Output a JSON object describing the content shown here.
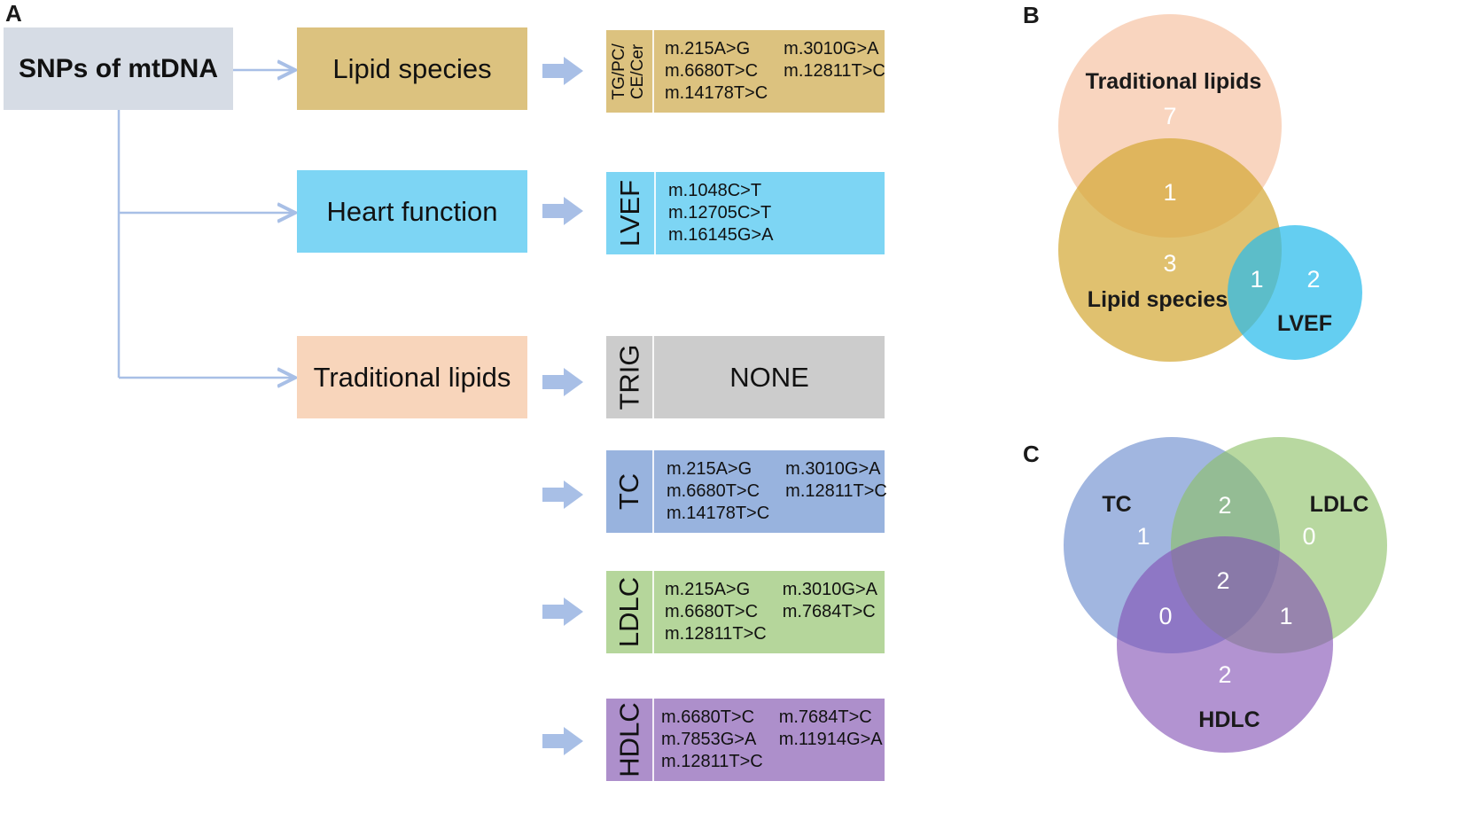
{
  "panels": {
    "a": "A",
    "b": "B",
    "c": "C"
  },
  "root": {
    "label": "SNPs of mtDNA"
  },
  "categories": [
    {
      "label": "Lipid species"
    },
    {
      "label": "Heart function"
    },
    {
      "label": "Traditional lipids"
    }
  ],
  "results": {
    "lipid_species": {
      "tag": "TG/PC/\nCE/Cer",
      "snps": [
        "m.215A>G",
        "m.3010G>A",
        "m.6680T>C",
        "m.12811T>C",
        "m.14178T>C"
      ]
    },
    "lvef": {
      "tag": "LVEF",
      "snps": [
        "m.1048C>T",
        "m.12705C>T",
        "m.16145G>A"
      ]
    },
    "trig": {
      "tag": "TRIG",
      "value": "NONE"
    },
    "tc": {
      "tag": "TC",
      "snps": [
        "m.215A>G",
        "m.3010G>A",
        "m.6680T>C",
        "m.12811T>C",
        "m.14178T>C"
      ]
    },
    "ldlc": {
      "tag": "LDLC",
      "snps": [
        "m.215A>G",
        "m.3010G>A",
        "m.6680T>C",
        "m.7684T>C",
        "m.12811T>C"
      ]
    },
    "hdlc": {
      "tag": "HDLC",
      "snps": [
        "m.6680T>C",
        "m.7684T>C",
        "m.7853G>A",
        "m.11914G>A",
        "m.12811T>C"
      ]
    }
  },
  "venn_b": {
    "sets": [
      "Traditional lipids",
      "Lipid species",
      "LVEF"
    ],
    "counts": {
      "traditional_only": "7",
      "traditional_lipid": "1",
      "lipid_only": "3",
      "lipid_lvef": "1",
      "lvef_only": "2"
    }
  },
  "venn_c": {
    "sets": [
      "TC",
      "LDLC",
      "HDLC"
    ],
    "counts": {
      "tc_only": "1",
      "tc_ldlc": "2",
      "ldlc_only": "0",
      "all": "2",
      "tc_hdlc": "0",
      "ldlc_hdlc": "1",
      "hdlc_only": "2"
    }
  },
  "colors": {
    "root": "#d6dce5",
    "lipid_species": "#dcc27f",
    "heart": "#7dd5f4",
    "traditional": "#f8d5bb",
    "trig": "#cccccc",
    "tc": "#98b3de",
    "ldlc": "#b5d69b",
    "hdlc": "#ad8fcb",
    "connector": "#a8bfe6"
  }
}
